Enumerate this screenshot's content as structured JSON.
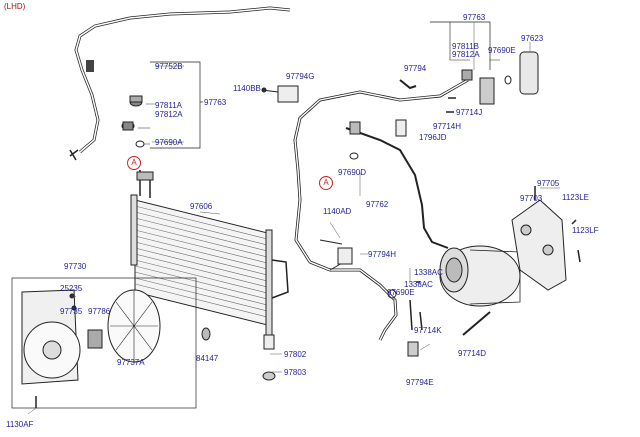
{
  "header": {
    "note": "(LHD)"
  },
  "refs": {
    "a1": "A",
    "a2": "A"
  },
  "labels": {
    "l97763_top": "97763",
    "l97623": "97623",
    "l97811B_r": "97811B",
    "l97812A_r": "97812A",
    "l97690E_r": "97690E",
    "l97794": "97794",
    "l97714J": "97714J",
    "l97714H": "97714H",
    "l1796JD": "1796JD",
    "l1140BB": "1140BB",
    "l97794G": "97794G",
    "l97752B": "97752B",
    "l97811A": "97811A",
    "l97812A_l": "97812A",
    "l97763_l": "97763",
    "l97690A": "97690A",
    "l97690D": "97690D",
    "l97762": "97762",
    "l97606": "97606",
    "l1140AD": "1140AD",
    "l97794H": "97794H",
    "l97705": "97705",
    "l97703": "97703",
    "l1123LE": "1123LE",
    "l1123LF": "1123LF",
    "l1338AC_a": "1338AC",
    "l1338AC_b": "1338AC",
    "l97690E_b": "97690E",
    "l97714K": "97714K",
    "l97714D": "97714D",
    "l97794E": "97794E",
    "l97730": "97730",
    "l25235": "25235",
    "l97735": "97735",
    "l97786": "97786",
    "l97737A": "97737A",
    "l84147": "84147",
    "l97802": "97802",
    "l97803": "97803",
    "l1130AF": "1130AF"
  }
}
